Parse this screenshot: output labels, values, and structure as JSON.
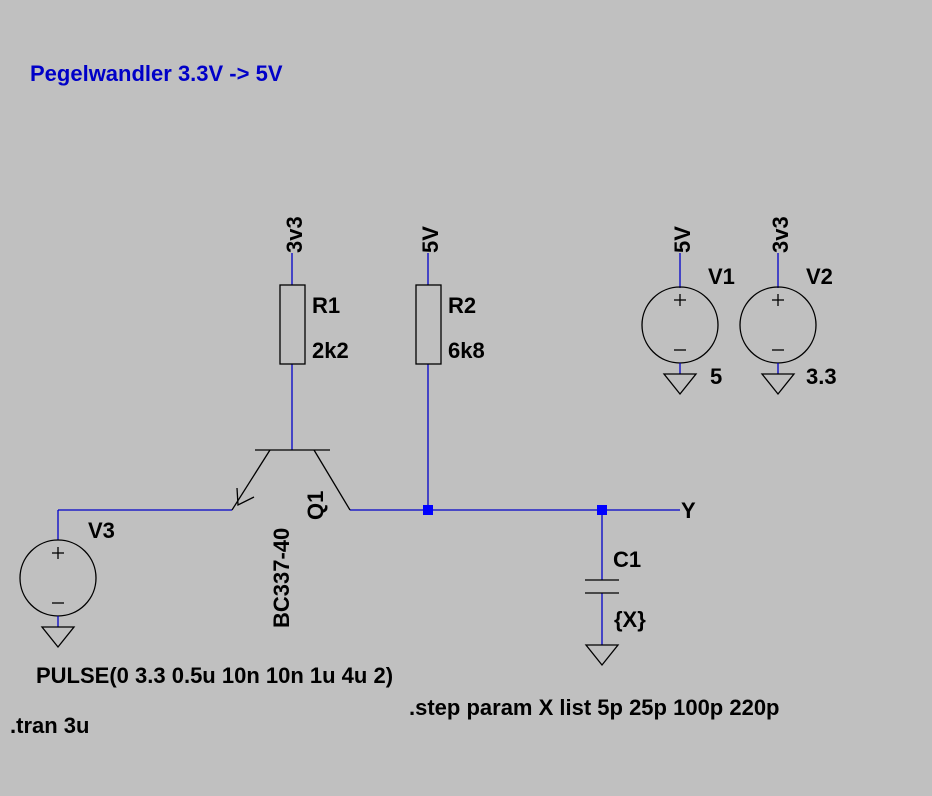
{
  "title": "Pegelwandler 3.3V -> 5V",
  "colors": {
    "background": "#c0c0c0",
    "wire": "#0000c8",
    "symbol": "#000000",
    "junction": "#0000ff",
    "title": "#0000c8"
  },
  "net_labels": {
    "r1_top": "3v3",
    "r2_top": "5V",
    "v1_top": "5V",
    "v2_top": "3v3",
    "output": "Y"
  },
  "components": {
    "R1": {
      "name": "R1",
      "value": "2k2"
    },
    "R2": {
      "name": "R2",
      "value": "6k8"
    },
    "Q1": {
      "name": "Q1",
      "value": "BC337-40"
    },
    "C1": {
      "name": "C1",
      "value": "{X}"
    },
    "V1": {
      "name": "V1",
      "value": "5"
    },
    "V2": {
      "name": "V2",
      "value": "3.3"
    },
    "V3": {
      "name": "V3",
      "value": "PULSE(0 3.3 0.5u 10n 10n 1u 4u 2)"
    }
  },
  "directives": {
    "tran": ".tran 3u",
    "step": ".step param X list 5p 25p 100p 220p"
  },
  "icons": {
    "ground": "ground-symbol",
    "source": "voltage-source-symbol"
  }
}
